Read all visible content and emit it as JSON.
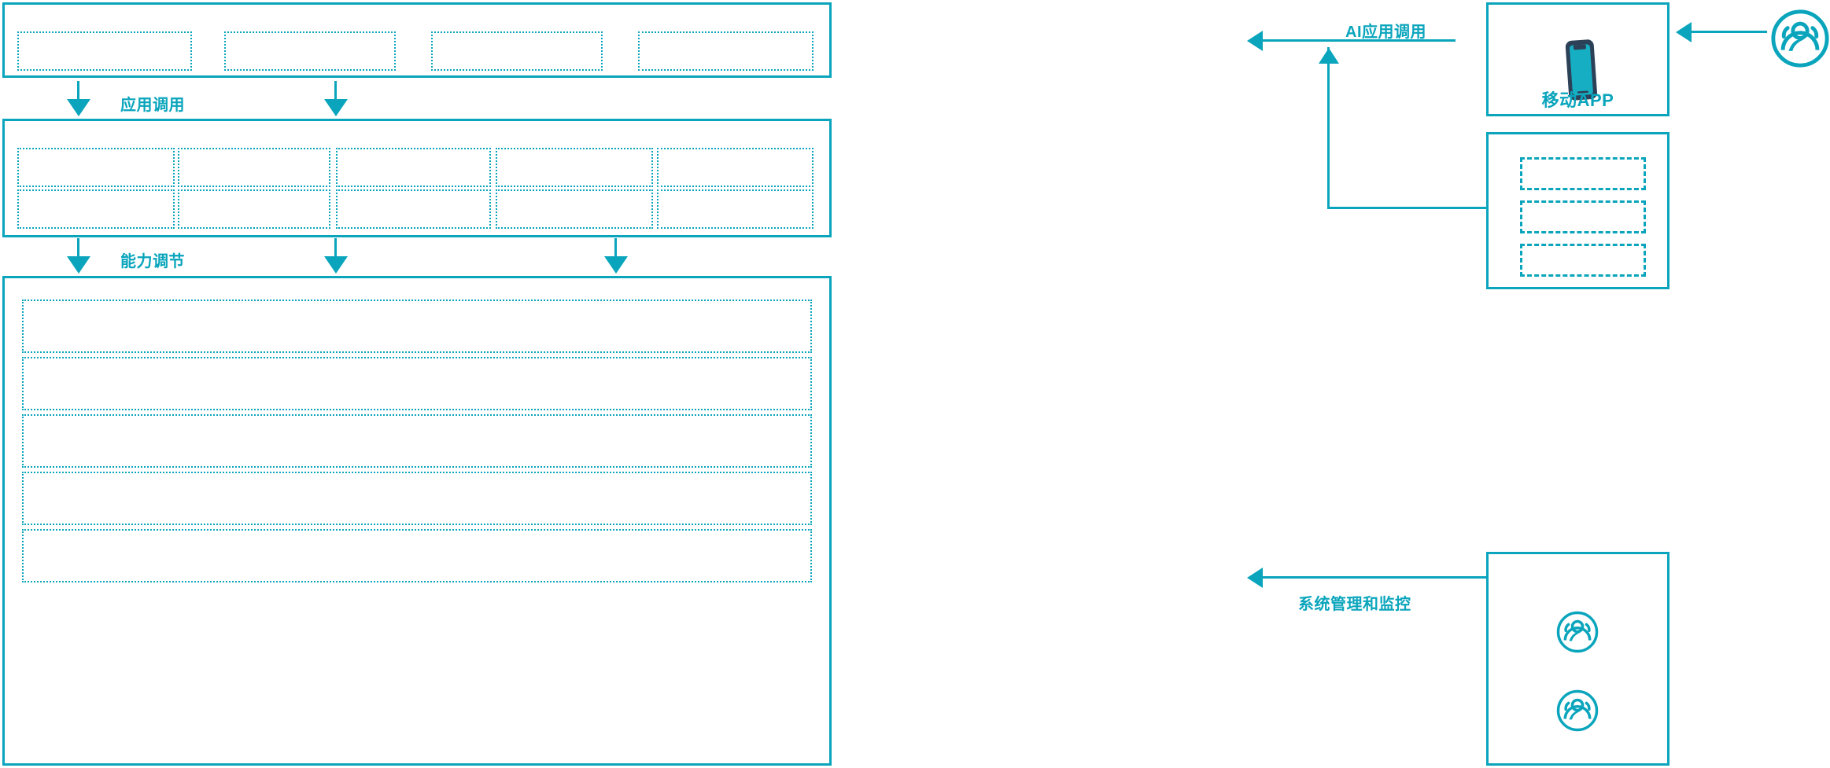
{
  "theme": {
    "accent": "#0AA5BC",
    "icon_dark": "#2C4057",
    "background": "#FFFFFF"
  },
  "diagram": {
    "type": "layered-architecture",
    "layers": [
      {
        "name": "application-layer",
        "blocks": [
          "",
          "",
          "",
          ""
        ]
      },
      {
        "name": "capability-layer",
        "columns": 5,
        "rows": 2,
        "blocks": [
          "",
          "",
          "",
          "",
          "",
          "",
          "",
          "",
          "",
          ""
        ]
      },
      {
        "name": "platform-layer",
        "bands": [
          "",
          "",
          "",
          "",
          ""
        ]
      }
    ],
    "edges": [
      {
        "id": "app-call",
        "label": "应用调用"
      },
      {
        "id": "capability-adj",
        "label": "能力调节"
      },
      {
        "id": "ai-app-call",
        "label": "AI应用调用"
      },
      {
        "id": "sys-mgmt",
        "label": "系统管理和监控"
      }
    ],
    "side_nodes": [
      {
        "id": "mobile-app",
        "label": "移动APP",
        "icon": "smartphone-icon"
      },
      {
        "id": "sub-systems",
        "label": "",
        "items": [
          "",
          "",
          ""
        ]
      },
      {
        "id": "operators",
        "label": "",
        "icons": [
          "user-group-icon",
          "user-group-icon"
        ]
      }
    ],
    "actors": [
      {
        "id": "end-user",
        "icon": "user-group-icon",
        "label": ""
      }
    ]
  }
}
